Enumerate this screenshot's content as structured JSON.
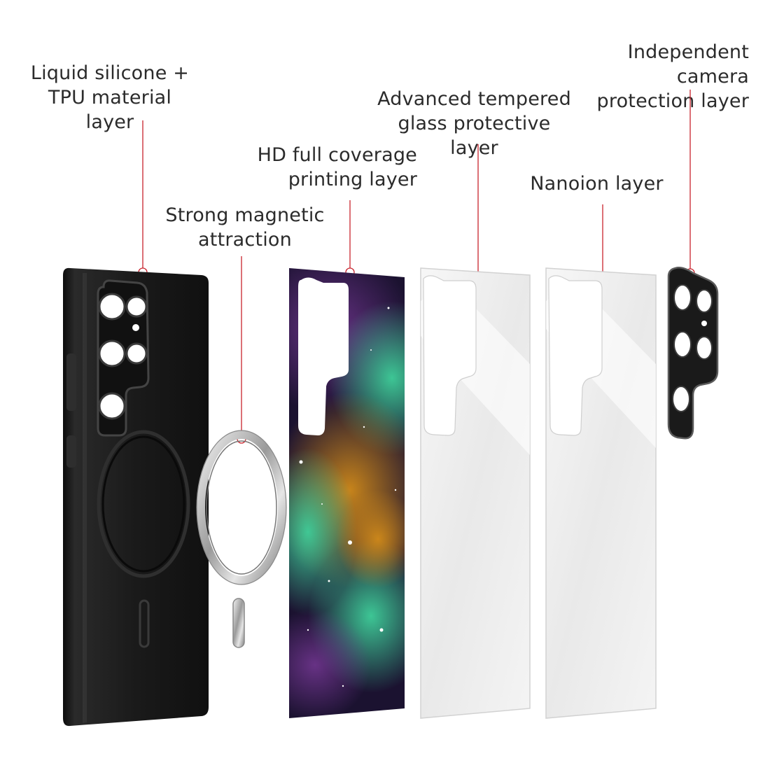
{
  "accent_color": "#c8232c",
  "labels": {
    "silicone": "Liquid silicone +\nTPU material layer",
    "magnetic": "Strong magnetic\nattraction",
    "printing": "HD full coverage\nprinting layer",
    "tempered": "Advanced tempered\nglass protective layer",
    "nanoion": "Nanoion layer",
    "camera": "Independent camera\nprotection layer"
  }
}
